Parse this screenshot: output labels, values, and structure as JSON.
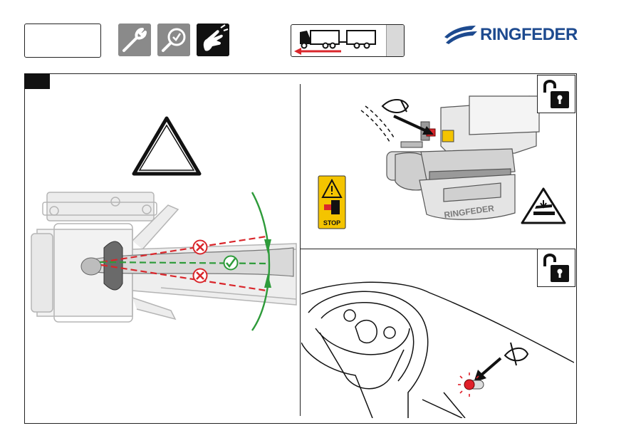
{
  "header": {
    "blank_label_box": "",
    "tool_icons": [
      "wrench-icon",
      "inspection-magnifier-icon",
      "hand-press-icon"
    ],
    "truck_icon": "truck-trailer-reverse-icon",
    "brand": {
      "name": "RINGFEDER",
      "color": "#1d4a8f"
    }
  },
  "step": {
    "number": ""
  },
  "panel_left": {
    "warning_icon": "warning-triangle-icon",
    "status_marks": [
      "cross-icon",
      "check-icon",
      "cross-icon"
    ],
    "colors": {
      "ok": "#2e9b3a",
      "bad": "#d9262b"
    }
  },
  "panel_top_right": {
    "lock_icon": "unlocked-padlock-icon",
    "warning_label": {
      "text": "STOP",
      "color": "#f4c400"
    },
    "coupling_brand": "RINGFEDER",
    "hand_pinch_icon": "hand-crush-warning-icon"
  },
  "panel_bottom_right": {
    "lock_icon": "unlocked-padlock-icon",
    "indicator_color": "#e0202a"
  }
}
